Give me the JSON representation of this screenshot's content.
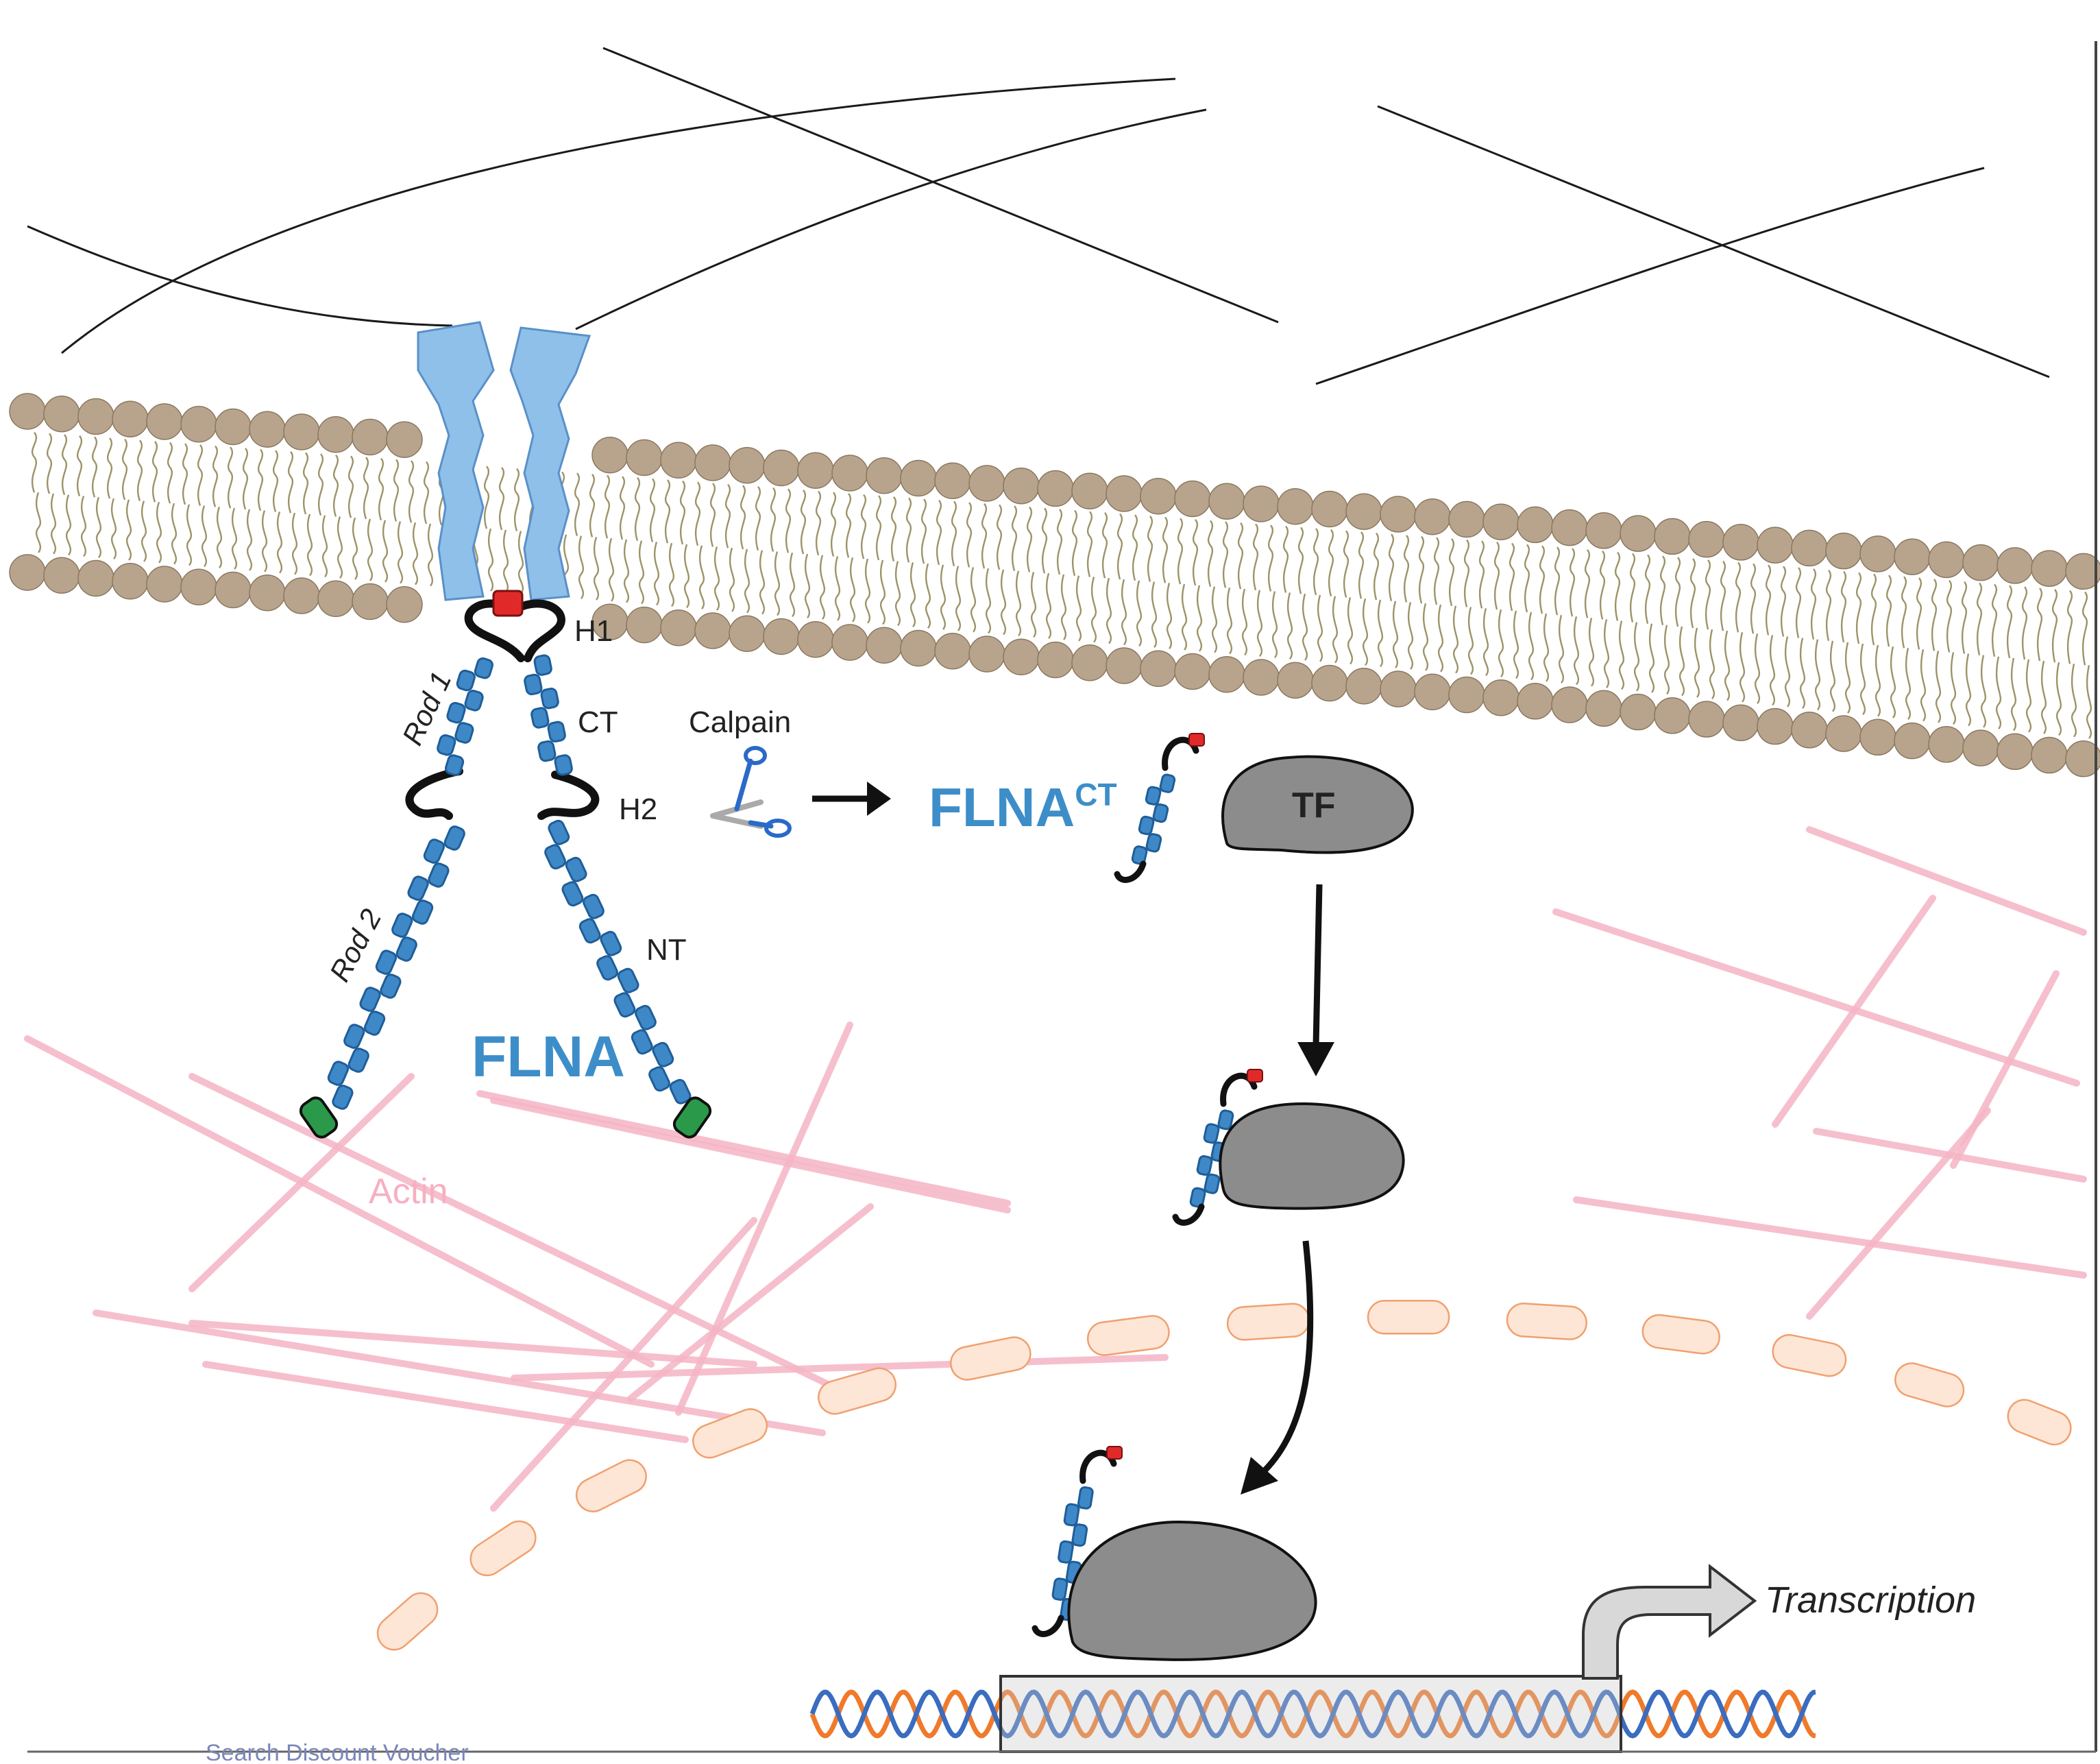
{
  "labels": {
    "h1": "H1",
    "h2": "H2",
    "ct": "CT",
    "nt": "NT",
    "rod1": "Rod 1",
    "rod2": "Rod 2",
    "flna": "FLNA",
    "flna_ct_main": "FLNA",
    "flna_ct_sup": "CT",
    "calpain": "Calpain",
    "tf": "TF",
    "actin": "Actin",
    "transcription": "Transcription",
    "footer_partial": "Search Discount Voucher"
  },
  "colors": {
    "membrane_head": "#b8a48c",
    "membrane_tail": "#9c9468",
    "receptor": "#8ec0ea",
    "filamin": "#3f88c8",
    "filamin_dark": "#1f5e98",
    "actin": "#f4b4c4",
    "nuclear_pore": "#fde6d6",
    "nuclear_pore_edge": "#f0a070",
    "tf_fill": "#8c8c8c",
    "dna_orange": "#f07a2a",
    "dna_blue": "#3a6cc0",
    "accent_text": "#3d8ec8",
    "hinge_red": "#e02a2a",
    "terminal_green": "#2a9a4a"
  }
}
